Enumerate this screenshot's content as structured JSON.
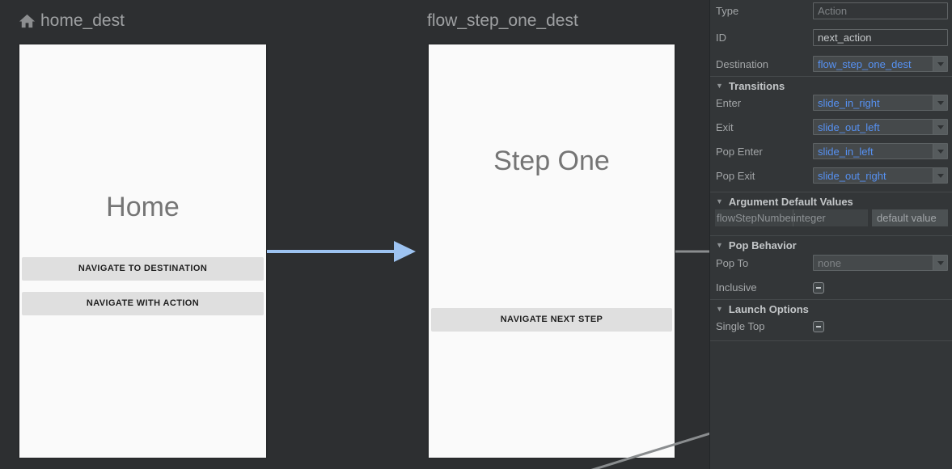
{
  "graph": {
    "destinations": [
      {
        "name": "home_dest",
        "screen_title": "Home",
        "buttons": [
          "NAVIGATE TO DESTINATION",
          "NAVIGATE WITH ACTION"
        ]
      },
      {
        "name": "flow_step_one_dest",
        "screen_title": "Step One",
        "buttons": [
          "NAVIGATE NEXT STEP"
        ]
      }
    ]
  },
  "panel": {
    "type_label": "Type",
    "type_placeholder": "Action",
    "id_label": "ID",
    "id_value": "next_action",
    "destination_label": "Destination",
    "destination_value": "flow_step_one_dest",
    "sections": {
      "transitions": "Transitions",
      "arguments": "Argument Default Values",
      "pop": "Pop Behavior",
      "launch": "Launch Options"
    },
    "transitions": [
      {
        "label": "Enter",
        "value": "slide_in_right"
      },
      {
        "label": "Exit",
        "value": "slide_out_left"
      },
      {
        "label": "Pop Enter",
        "value": "slide_in_left"
      },
      {
        "label": "Pop Exit",
        "value": "slide_out_right"
      }
    ],
    "argument": {
      "name": "flowStepNumber",
      "type": "integer",
      "default_placeholder": "default value"
    },
    "pop_to_label": "Pop To",
    "pop_to_value": "none",
    "inclusive_label": "Inclusive",
    "single_top_label": "Single Top"
  },
  "icons": {
    "collapse_triangle": "▼"
  },
  "colors": {
    "canvas_bg": "#2d2f31",
    "panel_bg": "#333638",
    "card_bg": "#fafafa",
    "accent_blue": "#5691f2",
    "arrow_blue": "#9dc3f1",
    "edge_gray": "#8a8d8f"
  }
}
